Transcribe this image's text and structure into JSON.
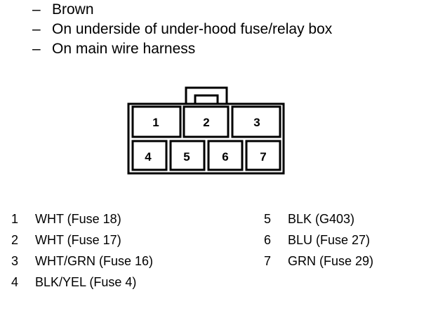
{
  "notes": [
    "Brown",
    "On underside of under-hood fuse/relay box",
    "On main wire harness"
  ],
  "note_dash": "–",
  "connector": {
    "pins": [
      {
        "num": "1"
      },
      {
        "num": "2"
      },
      {
        "num": "3"
      },
      {
        "num": "4"
      },
      {
        "num": "5"
      },
      {
        "num": "6"
      },
      {
        "num": "7"
      }
    ]
  },
  "legend_left": [
    {
      "num": "1",
      "text": "WHT (Fuse 18)"
    },
    {
      "num": "2",
      "text": "WHT (Fuse 17)"
    },
    {
      "num": "3",
      "text": "WHT/GRN (Fuse 16)"
    },
    {
      "num": "4",
      "text": "BLK/YEL (Fuse 4)"
    }
  ],
  "legend_right": [
    {
      "num": "5",
      "text": "BLK (G403)"
    },
    {
      "num": "6",
      "text": "BLU (Fuse 27)"
    },
    {
      "num": "7",
      "text": "GRN (Fuse 29)"
    }
  ]
}
